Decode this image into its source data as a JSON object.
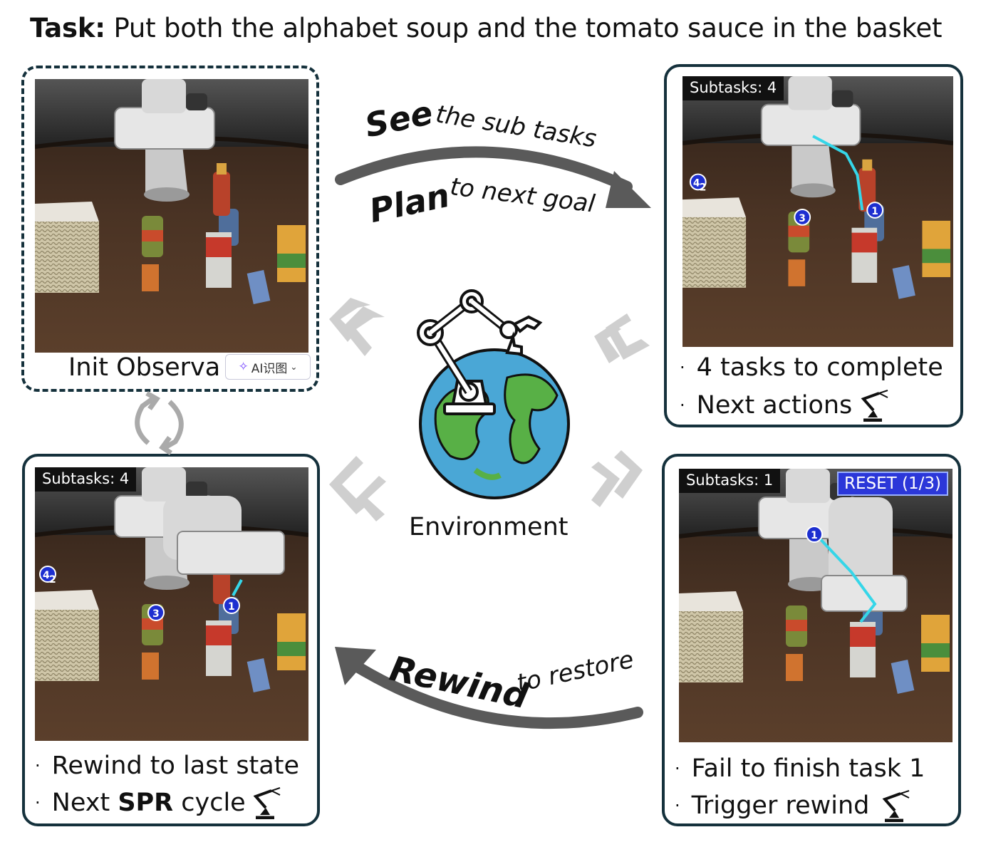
{
  "task": {
    "label": "Task:",
    "text": "Put both the alphabet soup and the tomato sauce in the basket"
  },
  "arrows": {
    "top_line1_big": "See",
    "top_line1_small": "the sub tasks",
    "top_line2_big": "Plan",
    "top_line2_small": "to next goal",
    "bottom_big": "Rewind",
    "bottom_small": "to restore"
  },
  "panels": {
    "init": {
      "caption": "Init Observa",
      "chip": "AI识图"
    },
    "top_right": {
      "tag": "Subtasks: 4",
      "bullets": [
        "4 tasks to complete",
        "Next actions"
      ],
      "markers": [
        "4",
        "2",
        "3",
        "1"
      ]
    },
    "bottom_right": {
      "tag": "Subtasks: 1",
      "reset": "RESET (1/3)",
      "bullets": [
        "Fail to finish task 1",
        "Trigger rewind"
      ],
      "markers": [
        "1"
      ]
    },
    "bottom_left": {
      "tag": "Subtasks: 4",
      "bullets": [
        "Rewind to last state"
      ],
      "cycle_pre": "Next ",
      "cycle_bold": "SPR",
      "cycle_post": " cycle",
      "markers": [
        "4",
        "2",
        "3",
        "1"
      ]
    }
  },
  "center": {
    "label": "Environment"
  },
  "colors": {
    "border": "#15313c",
    "arrow": "#5a5a5a",
    "chevron": "#cfcfcf",
    "trajectory": "#35d6e8",
    "marker": "#1d2fd0"
  }
}
